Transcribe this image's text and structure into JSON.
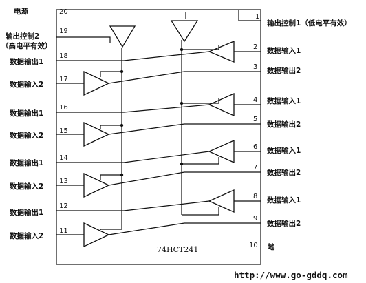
{
  "diagram": {
    "chip_name": "74HCT241",
    "url": "http://www.go-gddq.com",
    "pins": {
      "p20": "20",
      "p19": "19",
      "p18": "18",
      "p17": "17",
      "p16": "16",
      "p15": "15",
      "p14": "14",
      "p13": "13",
      "p12": "12",
      "p11": "11",
      "p1": "1",
      "p2": "2",
      "p3": "3",
      "p4": "4",
      "p5": "5",
      "p6": "6",
      "p7": "7",
      "p8": "8",
      "p9": "9",
      "p10": "10"
    },
    "left_labels": {
      "power": "电源",
      "oe2_line1": "输出控制2",
      "oe2_line2": "（高电平有效）",
      "out1_a": "数据输出1",
      "in2_a": "数据输入2",
      "out1_b": "数据输出1",
      "in2_b": "数据输入2",
      "out1_c": "数据输出1",
      "in2_c": "数据输入2",
      "out1_d": "数据输出1",
      "in2_d": "数据输入2"
    },
    "right_labels": {
      "oe1": "输出控制1（低电平有效）",
      "in1_a": "数据输入1",
      "out2_a": "数据输出2",
      "in1_b": "数据输入1",
      "out2_b": "数据输出2",
      "in1_c": "数据输入1",
      "out2_c": "数据输出2",
      "in1_d": "数据输入1",
      "out2_d": "数据输出2",
      "gnd": "地"
    }
  }
}
